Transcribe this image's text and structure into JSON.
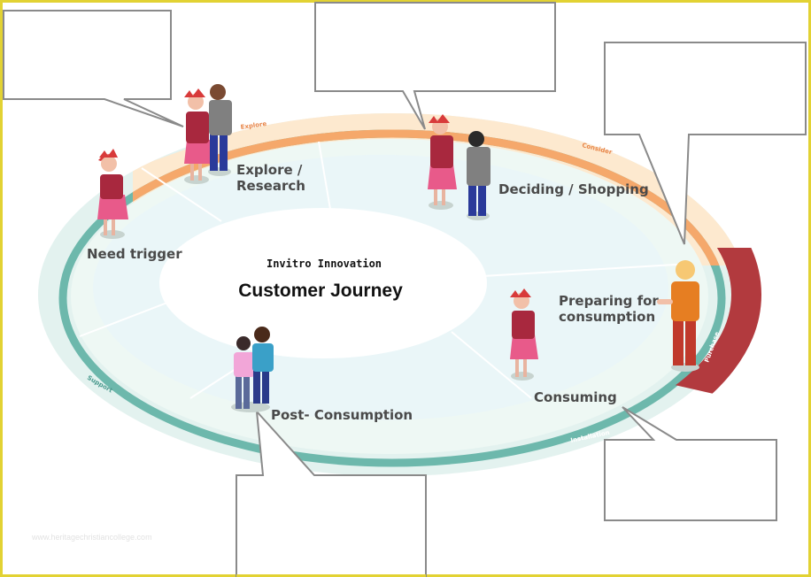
{
  "center": {
    "subtitle": "Invitro Innovation",
    "title": "Customer Journey"
  },
  "stages": {
    "need_trigger": "Need trigger",
    "explore_line1": "Explore /",
    "explore_line2": "Research",
    "deciding": "Deciding / Shopping",
    "preparing_line1": "Preparing for",
    "preparing_line2": "consumption",
    "consuming": "Consuming",
    "post_consumption": "Post- Consumption"
  },
  "ring_labels": {
    "explore": "Explore",
    "consider": "Consider",
    "purchase": "Purchase",
    "installation": "Installation",
    "support": "Support"
  },
  "watermark": "www.heritagechristiancollege.com",
  "colors": {
    "frame": "#e2d233",
    "outer_orange": "#f5a86b",
    "outer_peach": "#fde9cf",
    "purchase_red": "#b23a3e",
    "teal": "#6db8ac",
    "teal_light": "#d6ece6",
    "inner_light": "#eaf6f8"
  }
}
